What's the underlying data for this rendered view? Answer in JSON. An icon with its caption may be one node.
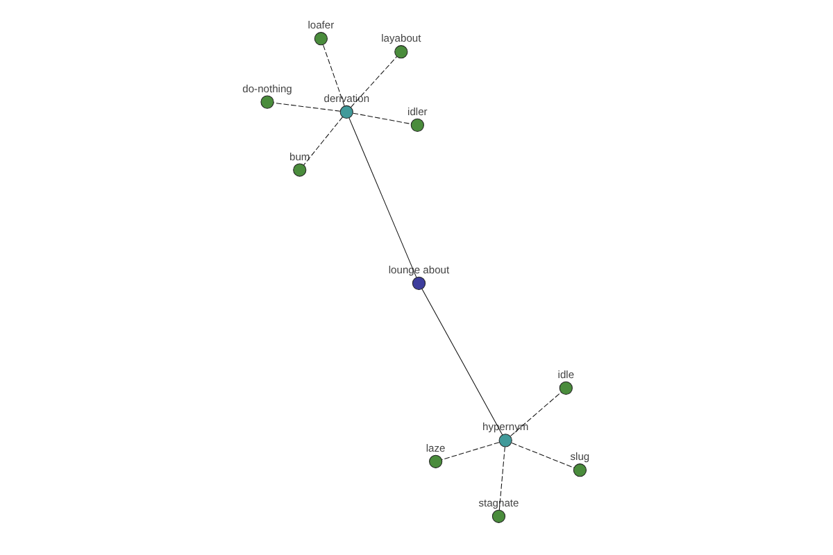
{
  "diagram": {
    "nodes": [
      {
        "text": [
          "derivation"
        ]
      },
      {
        "text": [
          "idler"
        ]
      },
      {
        "text": [
          "bum"
        ]
      },
      {
        "text": [
          "do-nothing"
        ]
      },
      {
        "text": [
          "layabout"
        ]
      },
      {
        "text": [
          "loafer"
        ]
      },
      {
        "text": [
          "lounge about"
        ]
      },
      {
        "text": [
          "hypernym"
        ]
      },
      {
        "text": [
          "laze"
        ]
      },
      {
        "text": [
          "slug"
        ]
      },
      {
        "text": [
          "stagnate"
        ]
      },
      {
        "text": [
          "idle"
        ]
      }
    ],
    "edges": [
      {
        "from": 6,
        "to": 0,
        "arrow": "none"
      },
      {
        "from": 0,
        "to": 1,
        "arrow": "none",
        "style": "dashed"
      },
      {
        "from": 0,
        "to": 2,
        "arrow": "none",
        "style": "dashed"
      },
      {
        "from": 0,
        "to": 3,
        "arrow": "none",
        "style": "dashed"
      },
      {
        "from": 0,
        "to": 4,
        "arrow": "none",
        "style": "dashed"
      },
      {
        "from": 0,
        "to": 5,
        "arrow": "none",
        "style": "dashed"
      },
      {
        "from": 6,
        "to": 7,
        "arrow": "none"
      },
      {
        "from": 7,
        "to": 8,
        "arrow": "none",
        "style": "dashed"
      },
      {
        "from": 7,
        "to": 9,
        "arrow": "none",
        "style": "dashed"
      },
      {
        "from": 7,
        "to": 10,
        "arrow": "none",
        "style": "dashed"
      },
      {
        "from": 7,
        "to": 11,
        "arrow": "none",
        "style": "dashed"
      }
    ]
  }
}
